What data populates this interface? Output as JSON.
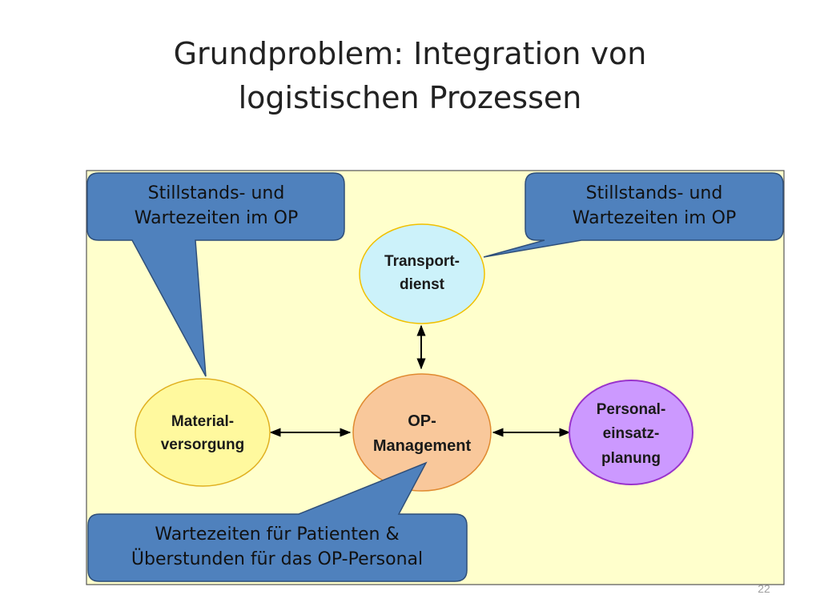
{
  "title": {
    "line1": "Grundproblem: Integration von",
    "line2": "logistischen Prozessen"
  },
  "nodes": {
    "transport": {
      "line1": "Transport-",
      "line2": "dienst"
    },
    "op": {
      "line1": "OP-",
      "line2": "Management"
    },
    "material": {
      "line1": "Material-",
      "line2": "versorgung"
    },
    "personal": {
      "line1": "Personal-",
      "line2": "einsatz-",
      "line3": "planung"
    }
  },
  "callouts": {
    "top_left": {
      "line1": "Stillstands- und",
      "line2": "Wartezeiten im OP"
    },
    "top_right": {
      "line1": "Stillstands- und",
      "line2": "Wartezeiten im OP"
    },
    "bottom": {
      "line1": "Wartezeiten für Patienten &",
      "line2": "Überstunden für das OP-Personal"
    }
  },
  "page_number": "22",
  "colors": {
    "panel_fill": "#ffffcc",
    "callout_fill": "#4f81bd",
    "transport_fill": "#ccf2fa",
    "op_fill": "#f9c89b",
    "material_fill": "#fff99e",
    "personal_fill": "#cc99ff"
  }
}
